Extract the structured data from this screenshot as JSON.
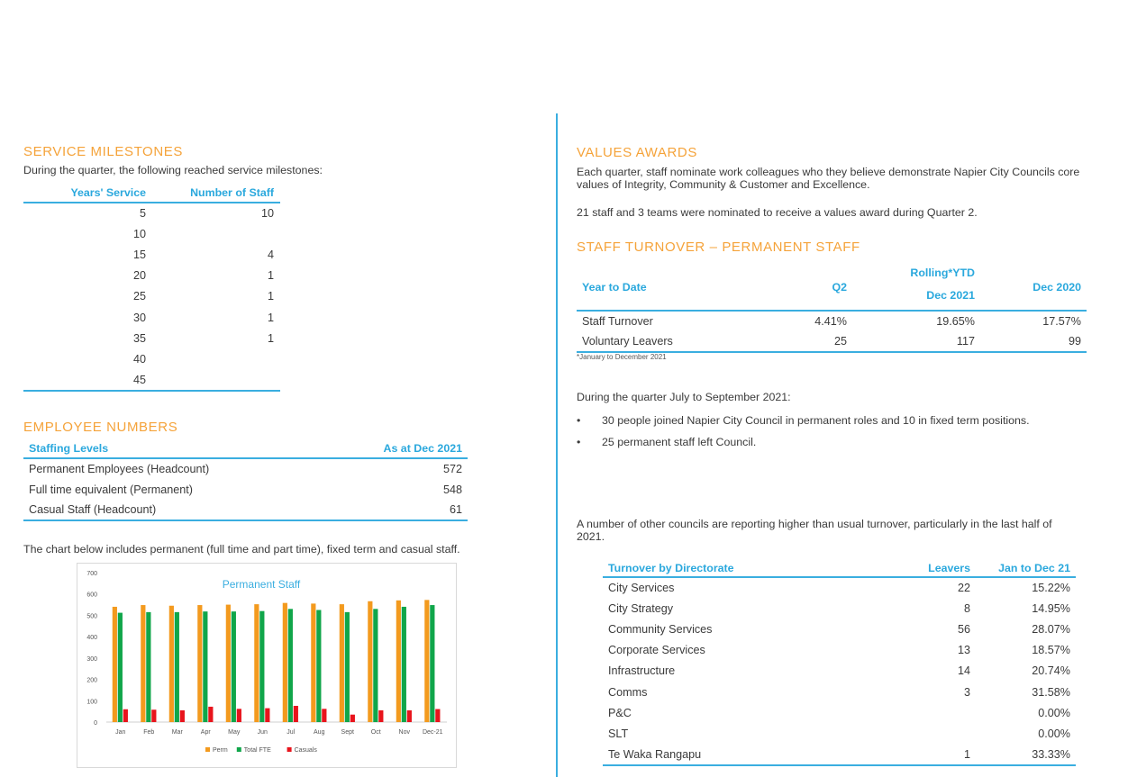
{
  "service_milestones": {
    "title": "SERVICE MILESTONES",
    "intro": "During the quarter, the following reached service milestones:",
    "headers": [
      "Years' Service",
      "Number of Staff"
    ],
    "rows": [
      {
        "years": "5",
        "count": "10"
      },
      {
        "years": "10",
        "count": ""
      },
      {
        "years": "15",
        "count": "4"
      },
      {
        "years": "20",
        "count": "1"
      },
      {
        "years": "25",
        "count": "1"
      },
      {
        "years": "30",
        "count": "1"
      },
      {
        "years": "35",
        "count": "1"
      },
      {
        "years": "40",
        "count": ""
      },
      {
        "years": "45",
        "count": ""
      }
    ]
  },
  "employee_numbers": {
    "title": "EMPLOYEE NUMBERS",
    "headers": [
      "Staffing Levels",
      "As at Dec 2021"
    ],
    "rows": [
      {
        "label": "Permanent Employees (Headcount)",
        "value": "572"
      },
      {
        "label": "Full time equivalent (Permanent)",
        "value": "548"
      },
      {
        "label": "Casual Staff (Headcount)",
        "value": "61"
      }
    ],
    "chart_intro": "The chart below includes permanent (full time and part time), fixed term and casual staff."
  },
  "values_awards": {
    "title": "VALUES AWARDS",
    "para1": "Each quarter, staff nominate work colleagues who they believe demonstrate Napier City Councils core values of Integrity, Community & Customer and Excellence.",
    "para2": "21 staff and 3 teams were nominated to receive a values award during Quarter 2."
  },
  "staff_turnover": {
    "title": "STAFF TURNOVER – PERMANENT STAFF",
    "headers": {
      "col1": "Year to Date",
      "col2": "Q2",
      "col3_line1": "Rolling*YTD",
      "col3_line2": "Dec 2021",
      "col4": "Dec 2020"
    },
    "rows": [
      {
        "label": "Staff Turnover",
        "q2": "4.41%",
        "ytd": "19.65%",
        "dec2020": "17.57%"
      },
      {
        "label": "Voluntary Leavers",
        "q2": "25",
        "ytd": "117",
        "dec2020": "99"
      }
    ],
    "footnote": "*January to December 2021",
    "quarter_intro": "During the quarter July to September 2021:",
    "bullets": [
      "30 people joined Napier City Council in permanent roles and 10 in fixed term positions.",
      "25 permanent staff left Council."
    ],
    "other_councils": "A number of other councils are reporting higher than usual turnover, particularly in the last half of 2021."
  },
  "turnover_by_directorate": {
    "headers": [
      "Turnover by Directorate",
      "Leavers",
      "Jan to Dec 21"
    ],
    "rows": [
      {
        "name": "City Services",
        "leavers": "22",
        "pct": "15.22%"
      },
      {
        "name": "City Strategy",
        "leavers": "8",
        "pct": "14.95%"
      },
      {
        "name": "Community Services",
        "leavers": "56",
        "pct": "28.07%"
      },
      {
        "name": "Corporate Services",
        "leavers": "13",
        "pct": "18.57%"
      },
      {
        "name": "Infrastructure",
        "leavers": "14",
        "pct": "20.74%"
      },
      {
        "name": "Comms",
        "leavers": "3",
        "pct": "31.58%"
      },
      {
        "name": "P&C",
        "leavers": "",
        "pct": "0.00%"
      },
      {
        "name": "SLT",
        "leavers": "",
        "pct": "0.00%"
      },
      {
        "name": "Te Waka Rangapu",
        "leavers": "1",
        "pct": "33.33%"
      }
    ]
  },
  "colors": {
    "accent_blue": "#3aaee0",
    "heading_orange": "#f5a33a",
    "perm": "#f39a1e",
    "fte": "#10a64a",
    "casual": "#e8141c"
  },
  "chart_data": {
    "type": "bar",
    "title": "Permanent Staff",
    "categories": [
      "Jan",
      "Feb",
      "Mar",
      "Apr",
      "May",
      "Jun",
      "Jul",
      "Aug",
      "Sept",
      "Oct",
      "Nov",
      "Dec-21"
    ],
    "series": [
      {
        "name": "Perm",
        "values": [
          540,
          548,
          545,
          548,
          550,
          552,
          558,
          555,
          552,
          566,
          570,
          572
        ]
      },
      {
        "name": "Total FTE",
        "values": [
          512,
          515,
          515,
          518,
          518,
          520,
          530,
          525,
          515,
          530,
          540,
          548
        ]
      },
      {
        "name": "Casuals",
        "values": [
          60,
          58,
          55,
          72,
          62,
          65,
          76,
          62,
          35,
          55,
          55,
          61
        ]
      }
    ],
    "yticks": [
      "0",
      "100",
      "200",
      "300",
      "400",
      "500",
      "600",
      "700"
    ],
    "ylim": [
      0,
      700
    ],
    "legend_position": "bottom"
  }
}
